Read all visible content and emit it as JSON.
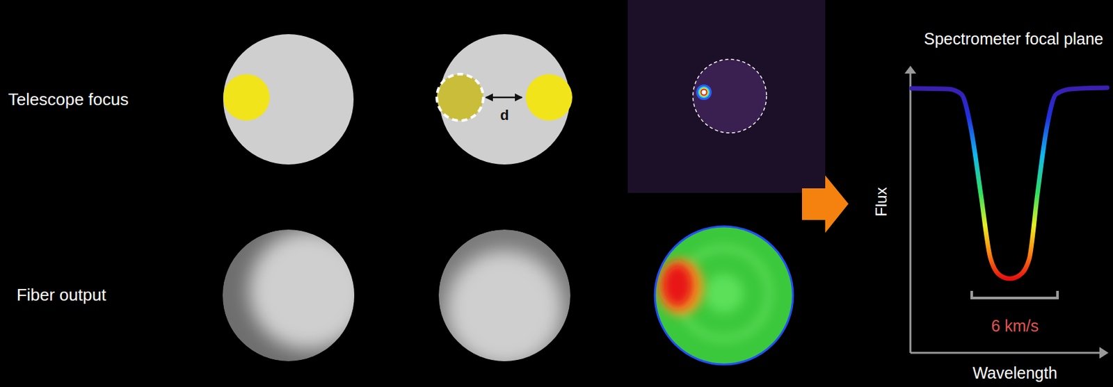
{
  "diagram": {
    "labels": [
      "Telescope focus",
      "Fiber output",
      "d",
      "Spectrometer focal plane",
      "Flux",
      "6 km/s",
      "Wavelength"
    ]
  }
}
